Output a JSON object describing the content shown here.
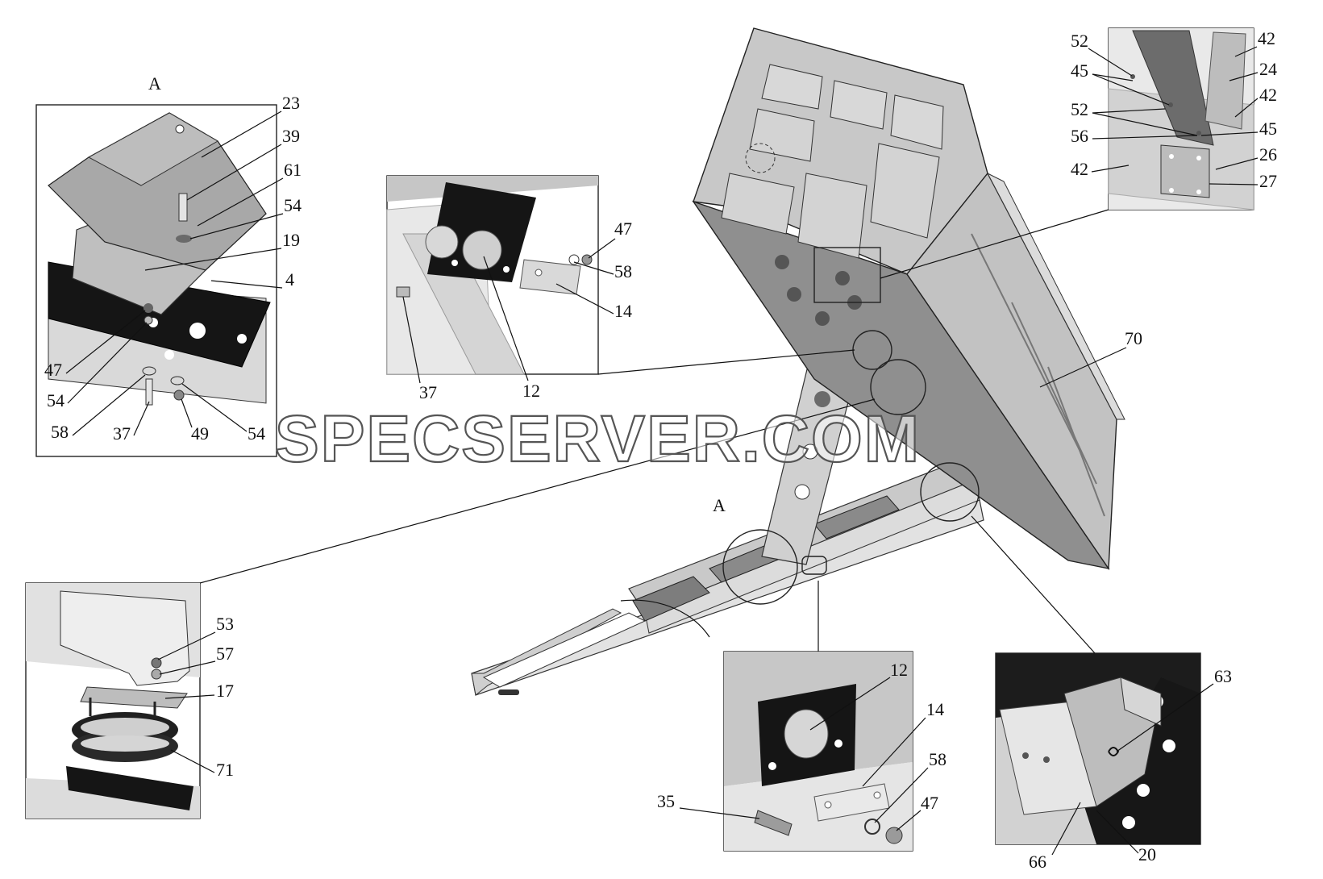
{
  "view_letter": "A",
  "watermark": "SPECSERVER.COM",
  "callouts": {
    "a23": "23",
    "a39": "39",
    "a61": "61",
    "a54a": "54",
    "a19": "19",
    "a4": "4",
    "a47": "47",
    "a54b": "54",
    "a58": "58",
    "a37": "37",
    "a49": "49",
    "a54c": "54",
    "b47": "47",
    "b58": "58",
    "b14": "14",
    "b37": "37",
    "b12": "12",
    "c52a": "52",
    "c45a": "45",
    "c52b": "52",
    "c56": "56",
    "c42b": "42",
    "c42a": "42",
    "c24": "24",
    "c42c": "42",
    "c45b": "45",
    "c26": "26",
    "c27": "27",
    "m70": "70",
    "d53": "53",
    "d57": "57",
    "d17": "17",
    "d71": "71",
    "e12": "12",
    "e14": "14",
    "e58": "58",
    "e47": "47",
    "e35": "35",
    "f63": "63",
    "f66": "66",
    "f20": "20"
  },
  "colors": {
    "line": "#1a1a1a",
    "panel_light": "#d6d6d6",
    "panel_mid": "#b8b8b8",
    "panel_dark": "#8e8e8e",
    "plate_black": "#141414",
    "background": "#ffffff"
  }
}
